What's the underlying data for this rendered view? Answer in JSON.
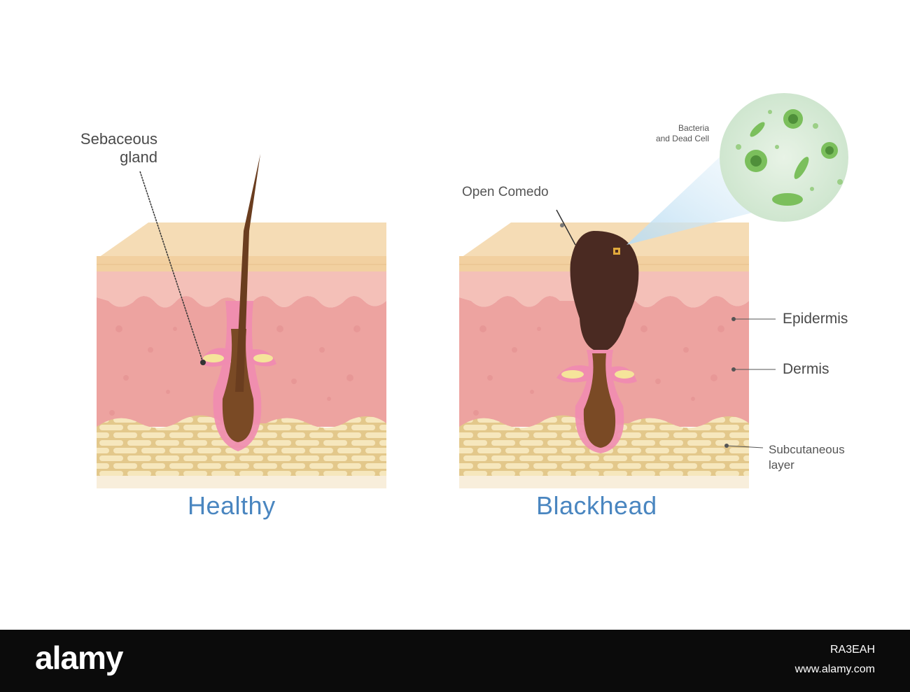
{
  "labels": {
    "sebaceous_gland": "Sebaceous\ngland",
    "open_comedo": "Open Comedo",
    "bacteria": "Bacteria\nand Dead Cell",
    "epidermis": "Epidermis",
    "dermis": "Dermis",
    "subcutaneous": "Subcutaneous\nlayer"
  },
  "captions": {
    "left": "Healthy",
    "right": "Blackhead"
  },
  "footer": {
    "brand": "alamy",
    "image_id": "RA3EAH",
    "url": "www.alamy.com"
  },
  "colors": {
    "caption": "#4a86c0",
    "top_skin": "#f2d3a6",
    "epidermis": "#f3b9b4",
    "dermis": "#eea39f",
    "fat": "#f3e0b0",
    "fat_lines": "#e2c27a",
    "hair": "#6a3d1f",
    "comedo": "#4a2a22",
    "bacteria_bg": "#dceede",
    "bacteria": "#6aa84f",
    "footer_bg": "#0b0b0b"
  }
}
